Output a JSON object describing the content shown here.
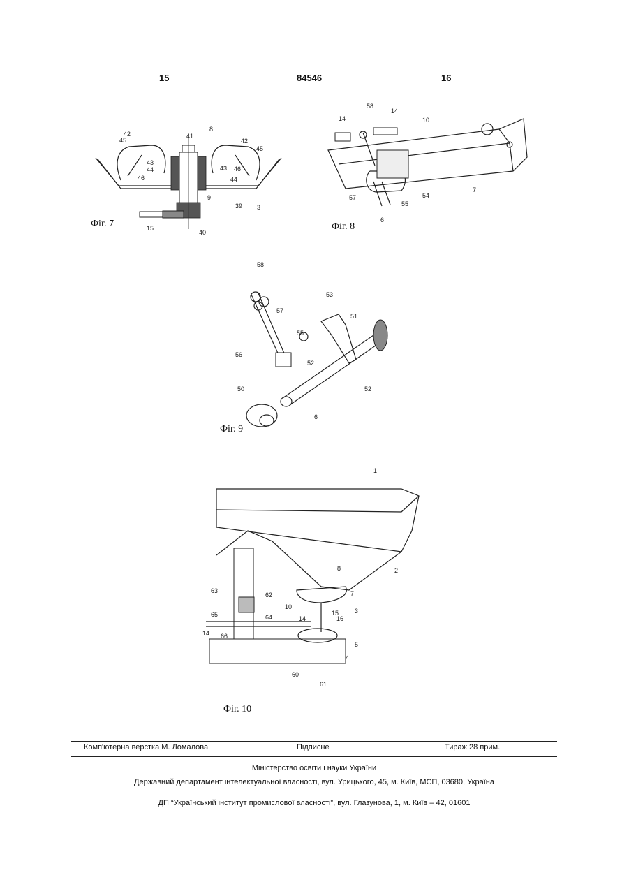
{
  "header": {
    "left_page": "15",
    "patent_number": "84546",
    "right_page": "16"
  },
  "figures": {
    "fig7": {
      "caption": "Фіг. 7",
      "labels": [
        "42",
        "45",
        "41",
        "8",
        "42",
        "45",
        "43",
        "44",
        "46",
        "43",
        "46",
        "44",
        "9",
        "39",
        "3",
        "15",
        "40"
      ]
    },
    "fig8": {
      "caption": "Фіг. 8",
      "labels": [
        "58",
        "14",
        "14",
        "10",
        "57",
        "55",
        "54",
        "7",
        "6"
      ]
    },
    "fig9": {
      "caption": "Фіг. 9",
      "labels": [
        "58",
        "57",
        "53",
        "51",
        "55",
        "56",
        "52",
        "52",
        "50",
        "6"
      ]
    },
    "fig10": {
      "caption": "Фіг. 10",
      "labels": [
        "1",
        "2",
        "8",
        "7",
        "63",
        "62",
        "10",
        "3",
        "65",
        "64",
        "14",
        "15",
        "16",
        "14",
        "66",
        "5",
        "4",
        "60",
        "61"
      ]
    }
  },
  "footer": {
    "layout_credit": "Комп'ютерна верстка М. Ломалова",
    "subscription": "Підписне",
    "circulation": "Тираж 28 прим.",
    "ministry": "Міністерство освіти і науки України",
    "department": "Державний департамент інтелектуальної власності, вул. Урицького, 45, м. Київ, МСП, 03680, Україна",
    "institute": "ДП “Український інститут промислової власності”, вул. Глазунова, 1, м. Київ – 42, 01601"
  }
}
